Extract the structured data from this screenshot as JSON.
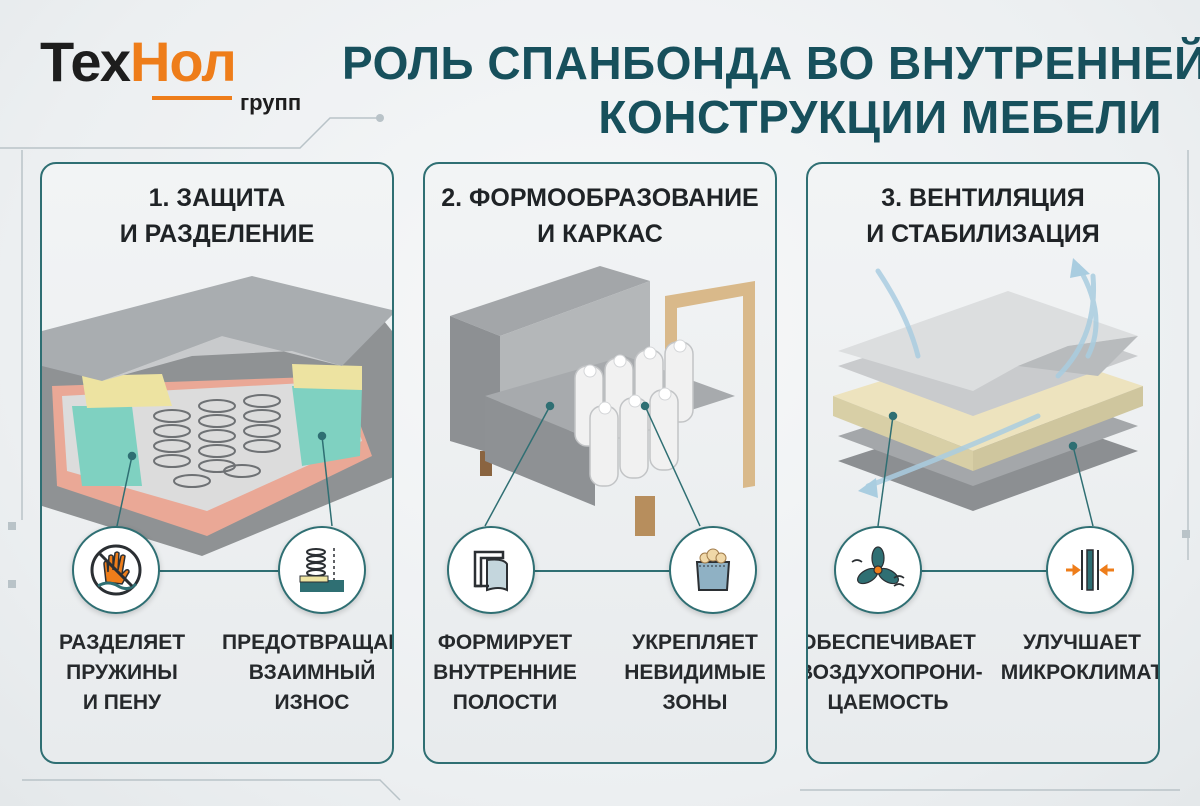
{
  "logo": {
    "part1": "Тех",
    "part2": "Нол",
    "sub": "групп"
  },
  "headline": {
    "line1": "РОЛЬ СПАНБОНДА ВО ВНУТРЕННЕЙ",
    "line2": "КОНСТРУКЦИИ МЕБЕЛИ"
  },
  "colors": {
    "accent": "#ee7d1a",
    "teal": "#2f6f73",
    "heading": "#17505c"
  },
  "cards": [
    {
      "title_line1": "1. ЗАЩИТА",
      "title_line2": "И РАЗДЕЛЕНИЕ",
      "icons": [
        "hand-stop-icon",
        "spring-wear-icon"
      ],
      "labels": [
        {
          "l1": "РАЗДЕЛЯЕТ",
          "l2": "ПРУЖИНЫ",
          "l3": "И ПЕНУ"
        },
        {
          "l1": "ПРЕДОТВРАЩАЕТ",
          "l2": "ВЗАИМНЫЙ",
          "l3": "ИЗНОС"
        }
      ]
    },
    {
      "title_line1": "2. ФОРМООБРАЗОВАНИЕ",
      "title_line2": "И КАРКАС",
      "icons": [
        "frame-shape-icon",
        "filled-bag-icon"
      ],
      "labels": [
        {
          "l1": "ФОРМИРУЕТ",
          "l2": "ВНУТРЕННИЕ",
          "l3": "ПОЛОСТИ"
        },
        {
          "l1": "УКРЕПЛЯЕТ",
          "l2": "НЕВИДИМЫЕ",
          "l3": "ЗОНЫ"
        }
      ]
    },
    {
      "title_line1": "3. ВЕНТИЛЯЦИЯ",
      "title_line2": "И СТАБИЛИЗАЦИЯ",
      "icons": [
        "fan-airflow-icon",
        "compress-arrows-icon"
      ],
      "labels": [
        {
          "l1": "ОБЕСПЕЧИВАЕТ",
          "l2": "ВОЗДУХОПРОНИ-",
          "l3": "ЦАЕМОСТЬ"
        },
        {
          "l1": "УЛУЧШАЕТ",
          "l2": "МИКРОКЛИМАТ",
          "l3": ""
        }
      ]
    }
  ]
}
